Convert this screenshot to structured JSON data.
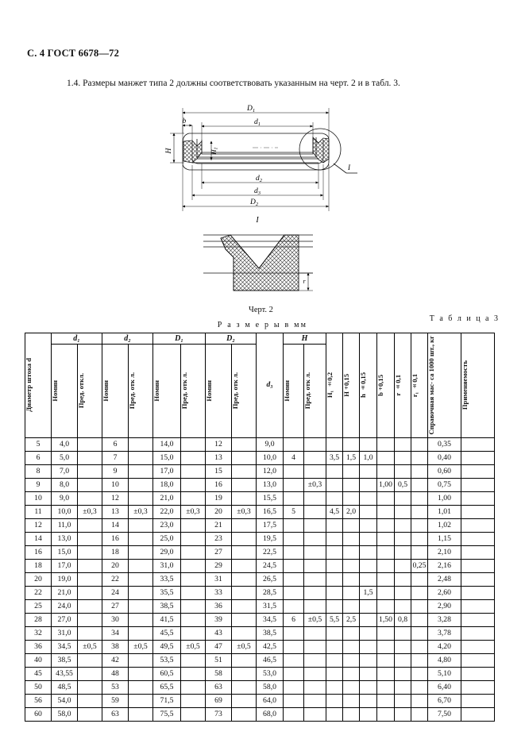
{
  "page": {
    "header": "С. 4 ГОСТ 6678—72",
    "clause": "1.4. Размеры манжет типа 2 должны соответствовать указанным на черт. 2 и в табл. 3."
  },
  "figure": {
    "detail_marker": "I",
    "caption": "Черт. 2",
    "labels": {
      "D1": "D₁",
      "D2": "D₂",
      "d1": "d₁",
      "d2": "d₂",
      "d3": "d₃",
      "b": "b",
      "H": "H",
      "H1": "H₁",
      "r": "r"
    }
  },
  "table": {
    "table_label": "Т а б л и ц а 3",
    "units_label": "Р а з м е р ы   в   мм",
    "headers": {
      "shaft": "Диаметр штока d",
      "groups": [
        {
          "title": "d₁",
          "cols": [
            "Номин",
            "Пред. откл."
          ]
        },
        {
          "title": "d₂",
          "cols": [
            "Номин",
            "Пред. отк л."
          ]
        },
        {
          "title": "D₁",
          "cols": [
            "Номин",
            "Пред. отк л."
          ]
        },
        {
          "title": "D₂",
          "cols": [
            "Номин",
            "Пред. отк л."
          ]
        }
      ],
      "d3": "d₃",
      "H_group": {
        "title": "H",
        "cols": [
          "Номин",
          "Пред. отк л."
        ]
      },
      "simple": [
        "H₁ ±0,2",
        "H +0,15",
        "h ±0,15",
        "b +0,15",
        "r ±0,1",
        "r₁ ±0,1"
      ],
      "mass": "Справочная мас- са 1000 шт., кг",
      "applicability": "Применяемость"
    },
    "rows": [
      {
        "d": "5",
        "d1": "4,0",
        "d1t": "",
        "d2": "6",
        "d2t": "",
        "D1": "14,0",
        "D1t": "",
        "D2": "12",
        "D2t": "",
        "d3": "9,0",
        "H": "",
        "Ht": "",
        "H1": "",
        "Hc": "",
        "h": "",
        "b": "",
        "r": "",
        "r1": "",
        "mass": "0,35",
        "app": ""
      },
      {
        "d": "6",
        "d1": "5,0",
        "d1t": "",
        "d2": "7",
        "d2t": "",
        "D1": "15,0",
        "D1t": "",
        "D2": "13",
        "D2t": "",
        "d3": "10,0",
        "H": "4",
        "Ht": "",
        "H1": "3,5",
        "Hc": "1,5",
        "h": "1,0",
        "b": "",
        "r": "",
        "r1": "",
        "mass": "0,40",
        "app": ""
      },
      {
        "d": "8",
        "d1": "7,0",
        "d1t": "",
        "d2": "9",
        "d2t": "",
        "D1": "17,0",
        "D1t": "",
        "D2": "15",
        "D2t": "",
        "d3": "12,0",
        "H": "",
        "Ht": "",
        "H1": "",
        "Hc": "",
        "h": "",
        "b": "",
        "r": "",
        "r1": "",
        "mass": "0,60",
        "app": ""
      },
      {
        "d": "9",
        "d1": "8,0",
        "d1t": "",
        "d2": "10",
        "d2t": "",
        "D1": "18,0",
        "D1t": "",
        "D2": "16",
        "D2t": "",
        "d3": "13,0",
        "H": "",
        "Ht": "±0,3",
        "H1": "",
        "Hc": "",
        "h": "",
        "b": "1,00",
        "r": "0,5",
        "r1": "",
        "mass": "0,75",
        "app": ""
      },
      {
        "d": "10",
        "d1": "9,0",
        "d1t": "",
        "d2": "12",
        "d2t": "",
        "D1": "21,0",
        "D1t": "",
        "D2": "19",
        "D2t": "",
        "d3": "15,5",
        "H": "",
        "Ht": "",
        "H1": "",
        "Hc": "",
        "h": "",
        "b": "",
        "r": "",
        "r1": "",
        "mass": "1,00",
        "app": ""
      },
      {
        "d": "11",
        "d1": "10,0",
        "d1t": "±0,3",
        "d2": "13",
        "d2t": "±0,3",
        "D1": "22,0",
        "D1t": "±0,3",
        "D2": "20",
        "D2t": "±0,3",
        "d3": "16,5",
        "H": "5",
        "Ht": "",
        "H1": "4,5",
        "Hc": "2,0",
        "h": "",
        "b": "",
        "r": "",
        "r1": "",
        "mass": "1,01",
        "app": ""
      },
      {
        "d": "12",
        "d1": "11,0",
        "d1t": "",
        "d2": "14",
        "d2t": "",
        "D1": "23,0",
        "D1t": "",
        "D2": "21",
        "D2t": "",
        "d3": "17,5",
        "H": "",
        "Ht": "",
        "H1": "",
        "Hc": "",
        "h": "",
        "b": "",
        "r": "",
        "r1": "",
        "mass": "1,02",
        "app": ""
      },
      {
        "d": "14",
        "d1": "13,0",
        "d1t": "",
        "d2": "16",
        "d2t": "",
        "D1": "25,0",
        "D1t": "",
        "D2": "23",
        "D2t": "",
        "d3": "19,5",
        "H": "",
        "Ht": "",
        "H1": "",
        "Hc": "",
        "h": "",
        "b": "",
        "r": "",
        "r1": "",
        "mass": "1,15",
        "app": ""
      },
      {
        "d": "16",
        "d1": "15,0",
        "d1t": "",
        "d2": "18",
        "d2t": "",
        "D1": "29,0",
        "D1t": "",
        "D2": "27",
        "D2t": "",
        "d3": "22,5",
        "H": "",
        "Ht": "",
        "H1": "",
        "Hc": "",
        "h": "",
        "b": "",
        "r": "",
        "r1": "",
        "mass": "2,10",
        "app": ""
      },
      {
        "d": "18",
        "d1": "17,0",
        "d1t": "",
        "d2": "20",
        "d2t": "",
        "D1": "31,0",
        "D1t": "",
        "D2": "29",
        "D2t": "",
        "d3": "24,5",
        "H": "",
        "Ht": "",
        "H1": "",
        "Hc": "",
        "h": "",
        "b": "",
        "r": "",
        "r1": "0,25",
        "mass": "2,16",
        "app": ""
      },
      {
        "d": "20",
        "d1": "19,0",
        "d1t": "",
        "d2": "22",
        "d2t": "",
        "D1": "33,5",
        "D1t": "",
        "D2": "31",
        "D2t": "",
        "d3": "26,5",
        "H": "",
        "Ht": "",
        "H1": "",
        "Hc": "",
        "h": "",
        "b": "",
        "r": "",
        "r1": "",
        "mass": "2,48",
        "app": ""
      },
      {
        "d": "22",
        "d1": "21,0",
        "d1t": "",
        "d2": "24",
        "d2t": "",
        "D1": "35,5",
        "D1t": "",
        "D2": "33",
        "D2t": "",
        "d3": "28,5",
        "H": "",
        "Ht": "",
        "H1": "",
        "Hc": "",
        "h": "1,5",
        "b": "",
        "r": "",
        "r1": "",
        "mass": "2,60",
        "app": ""
      },
      {
        "d": "25",
        "d1": "24,0",
        "d1t": "",
        "d2": "27",
        "d2t": "",
        "D1": "38,5",
        "D1t": "",
        "D2": "36",
        "D2t": "",
        "d3": "31,5",
        "H": "",
        "Ht": "",
        "H1": "",
        "Hc": "",
        "h": "",
        "b": "",
        "r": "",
        "r1": "",
        "mass": "2,90",
        "app": ""
      },
      {
        "d": "28",
        "d1": "27,0",
        "d1t": "",
        "d2": "30",
        "d2t": "",
        "D1": "41,5",
        "D1t": "",
        "D2": "39",
        "D2t": "",
        "d3": "34,5",
        "H": "6",
        "Ht": "±0,5",
        "H1": "5,5",
        "Hc": "2,5",
        "h": "",
        "b": "1,50",
        "r": "0,8",
        "r1": "",
        "mass": "3,28",
        "app": ""
      },
      {
        "d": "32",
        "d1": "31,0",
        "d1t": "",
        "d2": "34",
        "d2t": "",
        "D1": "45,5",
        "D1t": "",
        "D2": "43",
        "D2t": "",
        "d3": "38,5",
        "H": "",
        "Ht": "",
        "H1": "",
        "Hc": "",
        "h": "",
        "b": "",
        "r": "",
        "r1": "",
        "mass": "3,78",
        "app": ""
      },
      {
        "d": "36",
        "d1": "34,5",
        "d1t": "±0,5",
        "d2": "38",
        "d2t": "±0,5",
        "D1": "49,5",
        "D1t": "±0,5",
        "D2": "47",
        "D2t": "±0,5",
        "d3": "42,5",
        "H": "",
        "Ht": "",
        "H1": "",
        "Hc": "",
        "h": "",
        "b": "",
        "r": "",
        "r1": "",
        "mass": "4,20",
        "app": ""
      },
      {
        "d": "40",
        "d1": "38,5",
        "d1t": "",
        "d2": "42",
        "d2t": "",
        "D1": "53,5",
        "D1t": "",
        "D2": "51",
        "D2t": "",
        "d3": "46,5",
        "H": "",
        "Ht": "",
        "H1": "",
        "Hc": "",
        "h": "",
        "b": "",
        "r": "",
        "r1": "",
        "mass": "4,80",
        "app": ""
      },
      {
        "d": "45",
        "d1": "43,55",
        "d1t": "",
        "d2": "48",
        "d2t": "",
        "D1": "60,5",
        "D1t": "",
        "D2": "58",
        "D2t": "",
        "d3": "53,0",
        "H": "",
        "Ht": "",
        "H1": "",
        "Hc": "",
        "h": "",
        "b": "",
        "r": "",
        "r1": "",
        "mass": "5,10",
        "app": ""
      },
      {
        "d": "50",
        "d1": "48,5",
        "d1t": "",
        "d2": "53",
        "d2t": "",
        "D1": "65,5",
        "D1t": "",
        "D2": "63",
        "D2t": "",
        "d3": "58,0",
        "H": "",
        "Ht": "",
        "H1": "",
        "Hc": "",
        "h": "",
        "b": "",
        "r": "",
        "r1": "",
        "mass": "6,40",
        "app": ""
      },
      {
        "d": "56",
        "d1": "54,0",
        "d1t": "",
        "d2": "59",
        "d2t": "",
        "D1": "71,5",
        "D1t": "",
        "D2": "69",
        "D2t": "",
        "d3": "64,0",
        "H": "",
        "Ht": "",
        "H1": "",
        "Hc": "",
        "h": "",
        "b": "",
        "r": "",
        "r1": "",
        "mass": "6,70",
        "app": ""
      },
      {
        "d": "60",
        "d1": "58,0",
        "d1t": "",
        "d2": "63",
        "d2t": "",
        "D1": "75,5",
        "D1t": "",
        "D2": "73",
        "D2t": "",
        "d3": "68,0",
        "H": "",
        "Ht": "",
        "H1": "",
        "Hc": "",
        "h": "",
        "b": "",
        "r": "",
        "r1": "",
        "mass": "7,50",
        "app": ""
      }
    ]
  }
}
